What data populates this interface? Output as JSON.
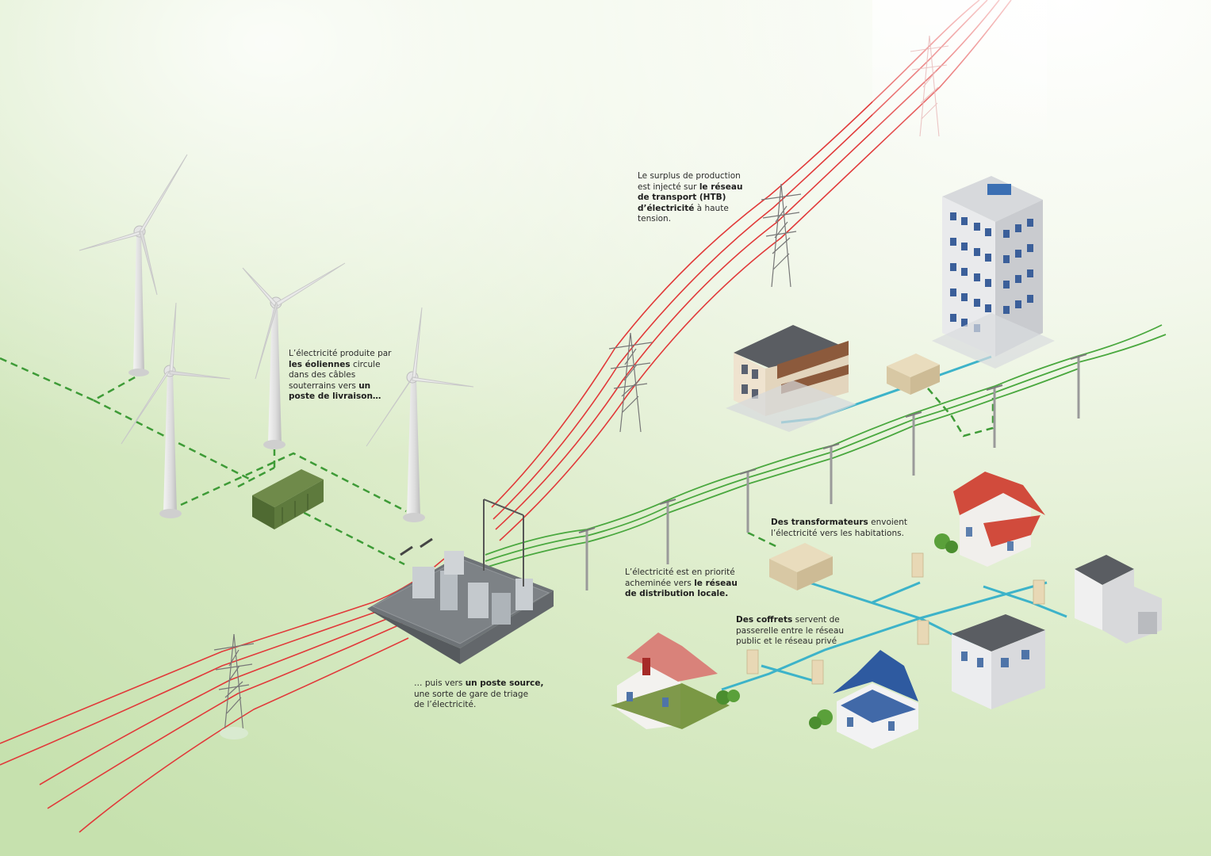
{
  "colors": {
    "background_top_left": "#ffffff",
    "background_green": "#c9e3b2",
    "high_voltage_line": "#e13a3a",
    "distribution_line": "#4aa83f",
    "underground_cable": "#3e9b37",
    "private_cable": "#3db3c9"
  },
  "captions": {
    "wind": {
      "l1": "L’électricité produite par",
      "l2_bold": "les éoliennes",
      "l2_rest": " circule",
      "l3": "dans des câbles",
      "l4_pre": "souterrains vers ",
      "l4_bold": "un",
      "l5_bold": "poste de livraison…"
    },
    "transport": {
      "l1": "Le surplus de production",
      "l2_pre": "est injecté sur ",
      "l2_bold": "le réseau",
      "l3_bold": "de transport (HTB)",
      "l4_bold": "d’électricité",
      "l4_rest": " à haute",
      "l5": "tension."
    },
    "source": {
      "l1_pre": "… puis vers ",
      "l1_bold": "un poste source,",
      "l2": "une sorte de gare de triage",
      "l3": "de l’électricité."
    },
    "distribution": {
      "l1": "L’électricité est en priorité",
      "l2_pre": "acheminée vers ",
      "l2_bold": "le réseau",
      "l3_bold": "de distribution locale."
    },
    "transformers": {
      "l1_bold": "Des transformateurs",
      "l1_rest": " envoient",
      "l2": "l’électricité vers les habitations."
    },
    "boxes": {
      "l1_bold": "Des coffrets",
      "l1_rest": " servent de",
      "l2": "passerelle entre le réseau",
      "l3": "public et le réseau privé"
    }
  }
}
